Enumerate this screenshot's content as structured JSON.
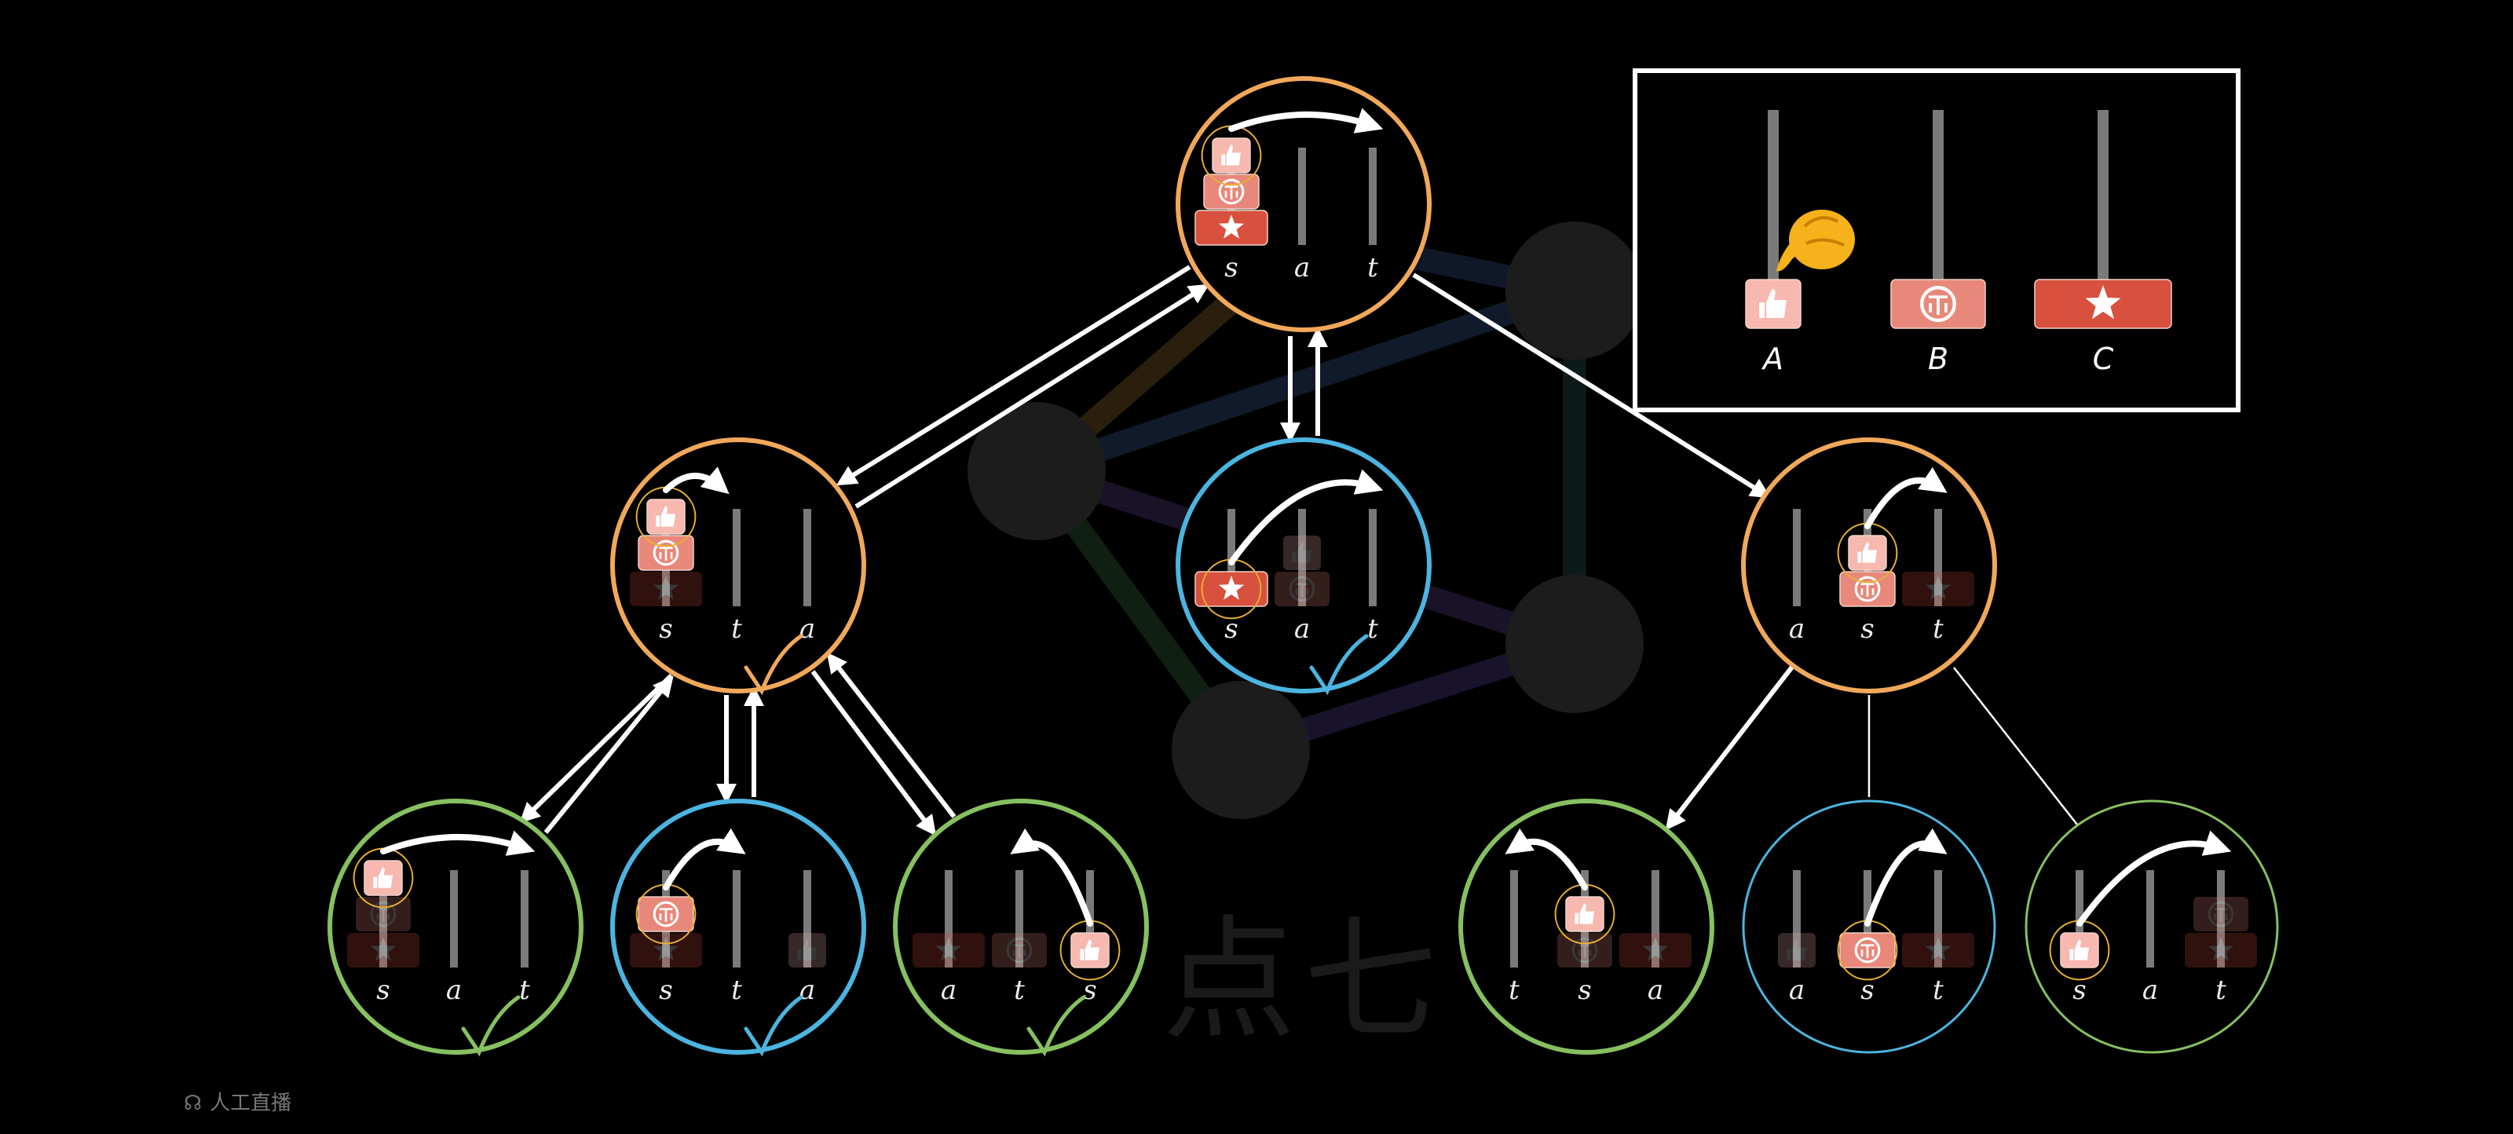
{
  "colors": {
    "orange": "#f0a85a",
    "blue": "#4cb4e0",
    "green": "#86c060",
    "token_like": "#f7b8b0",
    "token_coin": "#e8887a",
    "token_star": "#d8503e",
    "peg": "#7a7a7a",
    "arrow": "#ffffff"
  },
  "legend": {
    "labels": [
      "A",
      "B",
      "C"
    ],
    "icons": [
      "thumbs-up-icon",
      "coin-icon",
      "star-icon"
    ]
  },
  "watermark": {
    "text": "点七",
    "footer": "人工直播"
  },
  "nodes": [
    {
      "id": "root",
      "color": "orange",
      "pegs": [
        "s",
        "a",
        "t"
      ],
      "check": false
    },
    {
      "id": "l1-left",
      "color": "orange",
      "pegs": [
        "s",
        "t",
        "a"
      ],
      "check": true
    },
    {
      "id": "l1-mid",
      "color": "blue",
      "pegs": [
        "s",
        "a",
        "t"
      ],
      "check": true
    },
    {
      "id": "l1-right",
      "color": "orange",
      "pegs": [
        "a",
        "s",
        "t"
      ],
      "check": false
    },
    {
      "id": "l2-1",
      "color": "green",
      "pegs": [
        "s",
        "a",
        "t"
      ],
      "check": true
    },
    {
      "id": "l2-2",
      "color": "blue",
      "pegs": [
        "s",
        "t",
        "a"
      ],
      "check": true
    },
    {
      "id": "l2-3",
      "color": "green",
      "pegs": [
        "a",
        "t",
        "s"
      ],
      "check": true
    },
    {
      "id": "l2-4",
      "color": "green",
      "pegs": [
        "t",
        "s",
        "a"
      ],
      "check": false
    },
    {
      "id": "l2-5",
      "color": "blue",
      "pegs": [
        "a",
        "s",
        "t"
      ],
      "check": false
    },
    {
      "id": "l2-6",
      "color": "green",
      "pegs": [
        "s",
        "a",
        "t"
      ],
      "check": false
    }
  ]
}
